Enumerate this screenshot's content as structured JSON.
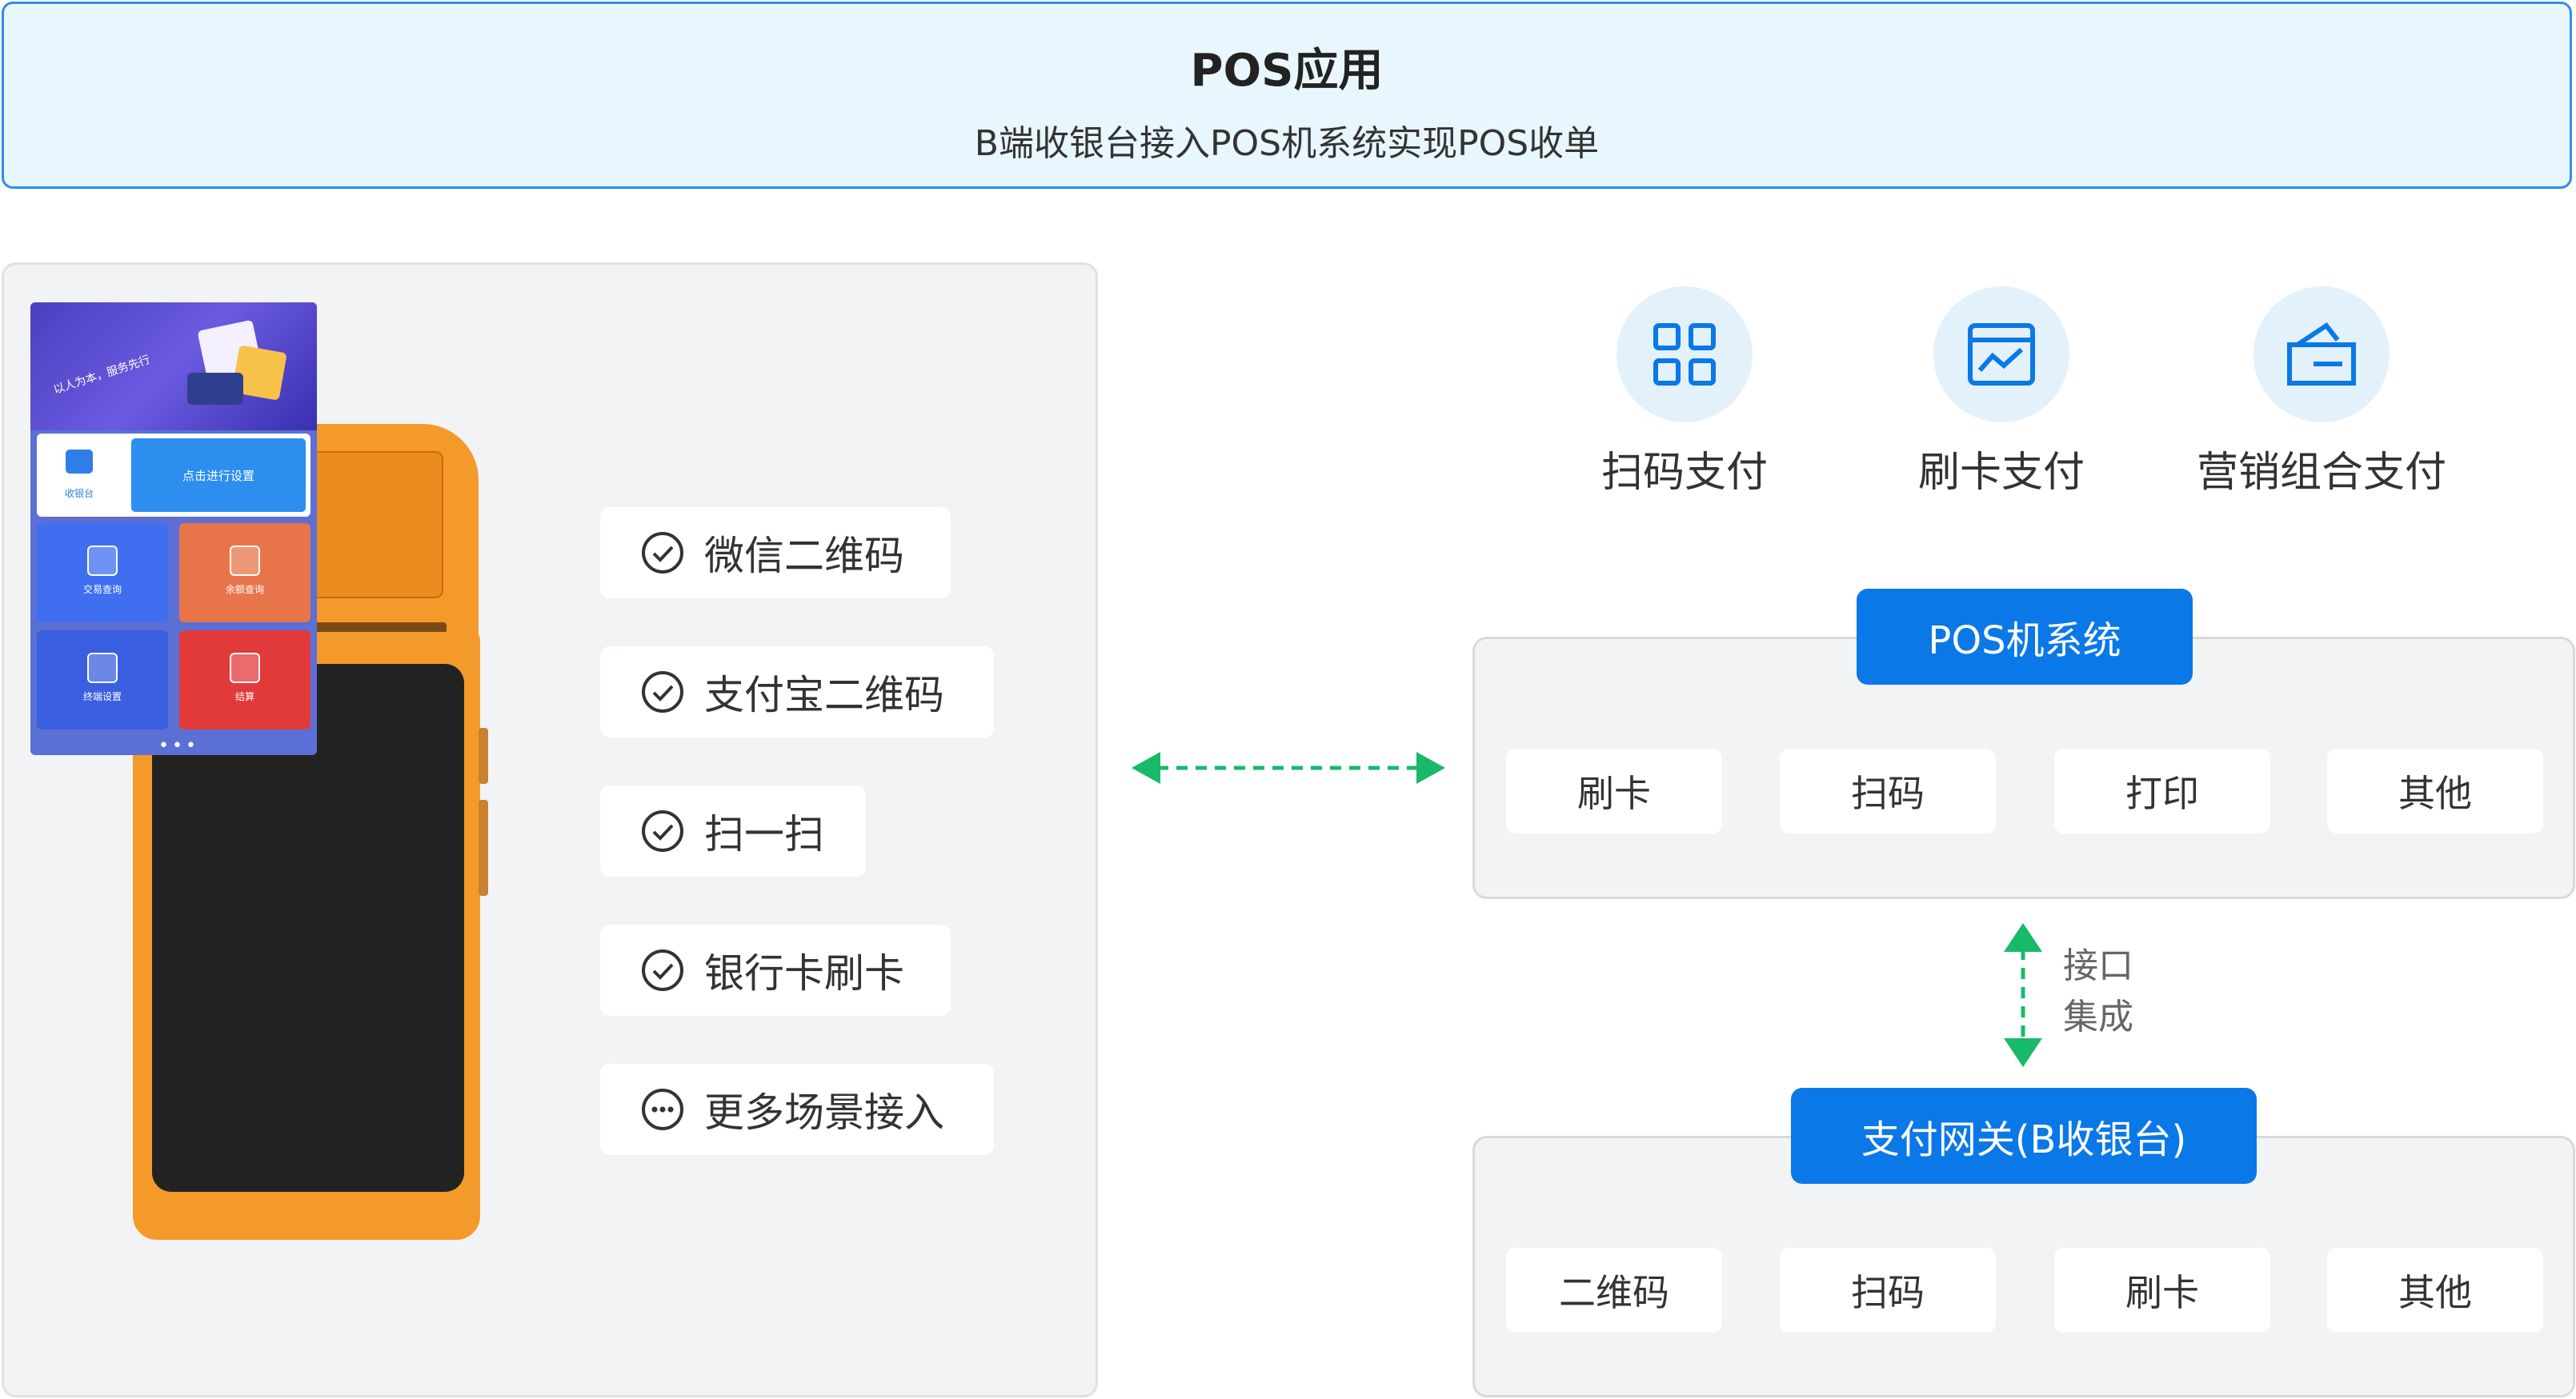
{
  "header": {
    "title": "POS应用",
    "subtitle": "B端收银台接入POS机系统实现POS收单"
  },
  "device": {
    "banner_text": "以人为本，服务先行",
    "settings_text": "点击进行设置",
    "cashier_label": "收银台",
    "tiles": [
      "交易查询",
      "余额查询",
      "终端设置",
      "结算"
    ],
    "dots": "•••"
  },
  "features": [
    {
      "label": "微信二维码",
      "icon": "check-circle-icon"
    },
    {
      "label": "支付宝二维码",
      "icon": "check-circle-icon"
    },
    {
      "label": "扫一扫",
      "icon": "check-circle-icon"
    },
    {
      "label": "银行卡刷卡",
      "icon": "check-circle-icon"
    },
    {
      "label": "更多场景接入",
      "icon": "more-circle-icon"
    }
  ],
  "payment_methods": [
    {
      "label": "扫码支付",
      "icon": "qr-code-icon"
    },
    {
      "label": "刷卡支付",
      "icon": "card-swipe-icon"
    },
    {
      "label": "营销组合支付",
      "icon": "combined-pay-icon"
    }
  ],
  "pos_system": {
    "title": "POS机系统",
    "items": [
      "刷卡",
      "扫码",
      "打印",
      "其他"
    ]
  },
  "integration_note": [
    "接口",
    "集成"
  ],
  "gateway": {
    "title": "支付网关(B收银台)",
    "items": [
      "二维码",
      "扫码",
      "刷卡",
      "其他"
    ]
  },
  "colors": {
    "accent": "#0b78e8",
    "arrow": "#19b96a",
    "device": "#f39a2a",
    "header_bg": "#e8f6fd"
  }
}
